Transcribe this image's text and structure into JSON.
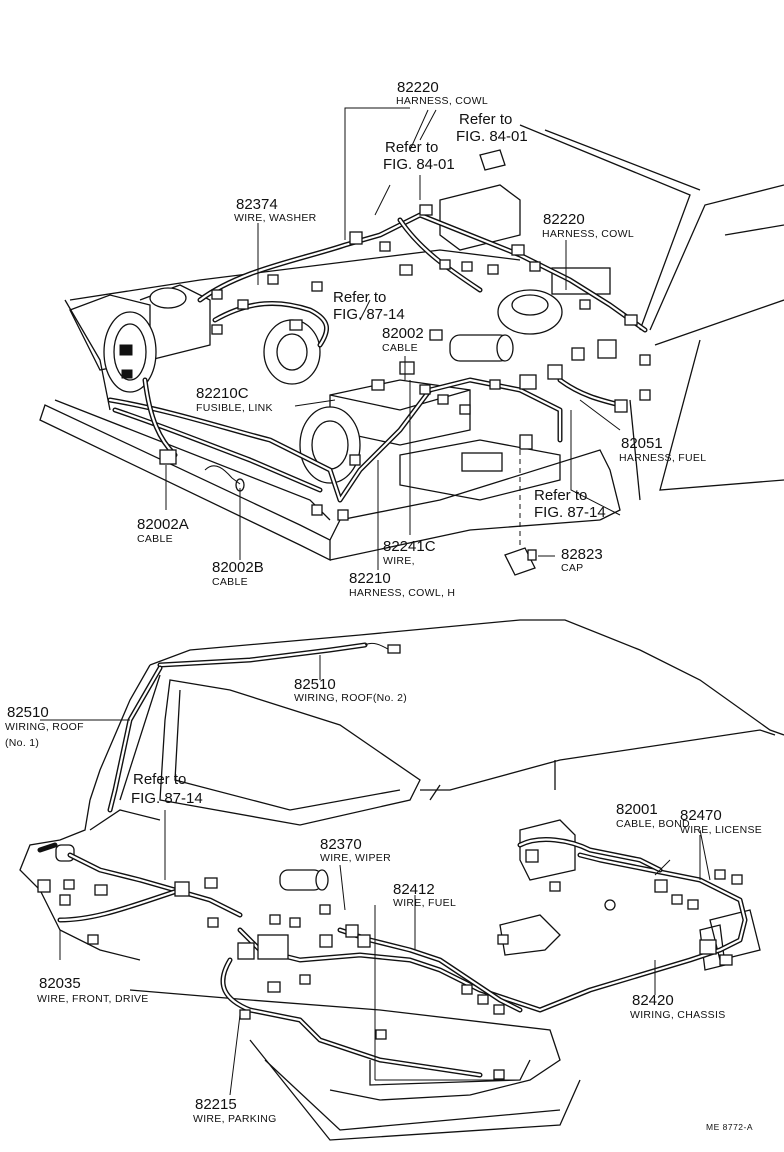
{
  "top_diagram": {
    "callouts": [
      {
        "number": "82220",
        "name": "HARNESS, COWL"
      },
      {
        "number": "82374",
        "name": "WIRE, WASHER"
      },
      {
        "number": "82220",
        "name": "HARNESS, COWL"
      },
      {
        "number": "82002",
        "name": "CABLE"
      },
      {
        "number": "82210C",
        "name": "FUSIBLE, LINK"
      },
      {
        "number": "82051",
        "name": "HARNESS, FUEL"
      },
      {
        "number": "82002A",
        "name": "CABLE"
      },
      {
        "number": "82002B",
        "name": "CABLE"
      },
      {
        "number": "82241C",
        "name": "WIRE,"
      },
      {
        "number": "82210",
        "name": "HARNESS, COWL, H"
      },
      {
        "number": "82823",
        "name": "CAP"
      }
    ],
    "references": [
      {
        "text": "Refer to",
        "fig": "FIG. 84-01"
      },
      {
        "text": "Refer to",
        "fig": "FIG. 84-01"
      },
      {
        "text": "Refer to",
        "fig": "FIG. 87-14"
      },
      {
        "text": "Refer to",
        "fig": "FIG. 87-14"
      }
    ]
  },
  "bottom_diagram": {
    "callouts": [
      {
        "number": "82510",
        "name": "WIRING, ROOF(No. 2)"
      },
      {
        "number": "82510",
        "name": "WIRING, ROOF",
        "extra": "(No. 1)"
      },
      {
        "number": "82001",
        "name": "CABLE, BOND"
      },
      {
        "number": "82470",
        "name": "WIRE, LICENSE"
      },
      {
        "number": "82370",
        "name": "WIRE, WIPER"
      },
      {
        "number": "82412",
        "name": "WIRE, FUEL"
      },
      {
        "number": "82035",
        "name": "WIRE, FRONT, DRIVE"
      },
      {
        "number": "82420",
        "name": "WIRING, CHASSIS"
      },
      {
        "number": "82215",
        "name": "WIRE, PARKING"
      }
    ],
    "references": [
      {
        "text": "Refer to",
        "fig": "FIG. 87-14"
      }
    ]
  },
  "drawing_code": "ME  8772-A",
  "colors": {
    "ink": "#111111",
    "paper": "#ffffff"
  }
}
